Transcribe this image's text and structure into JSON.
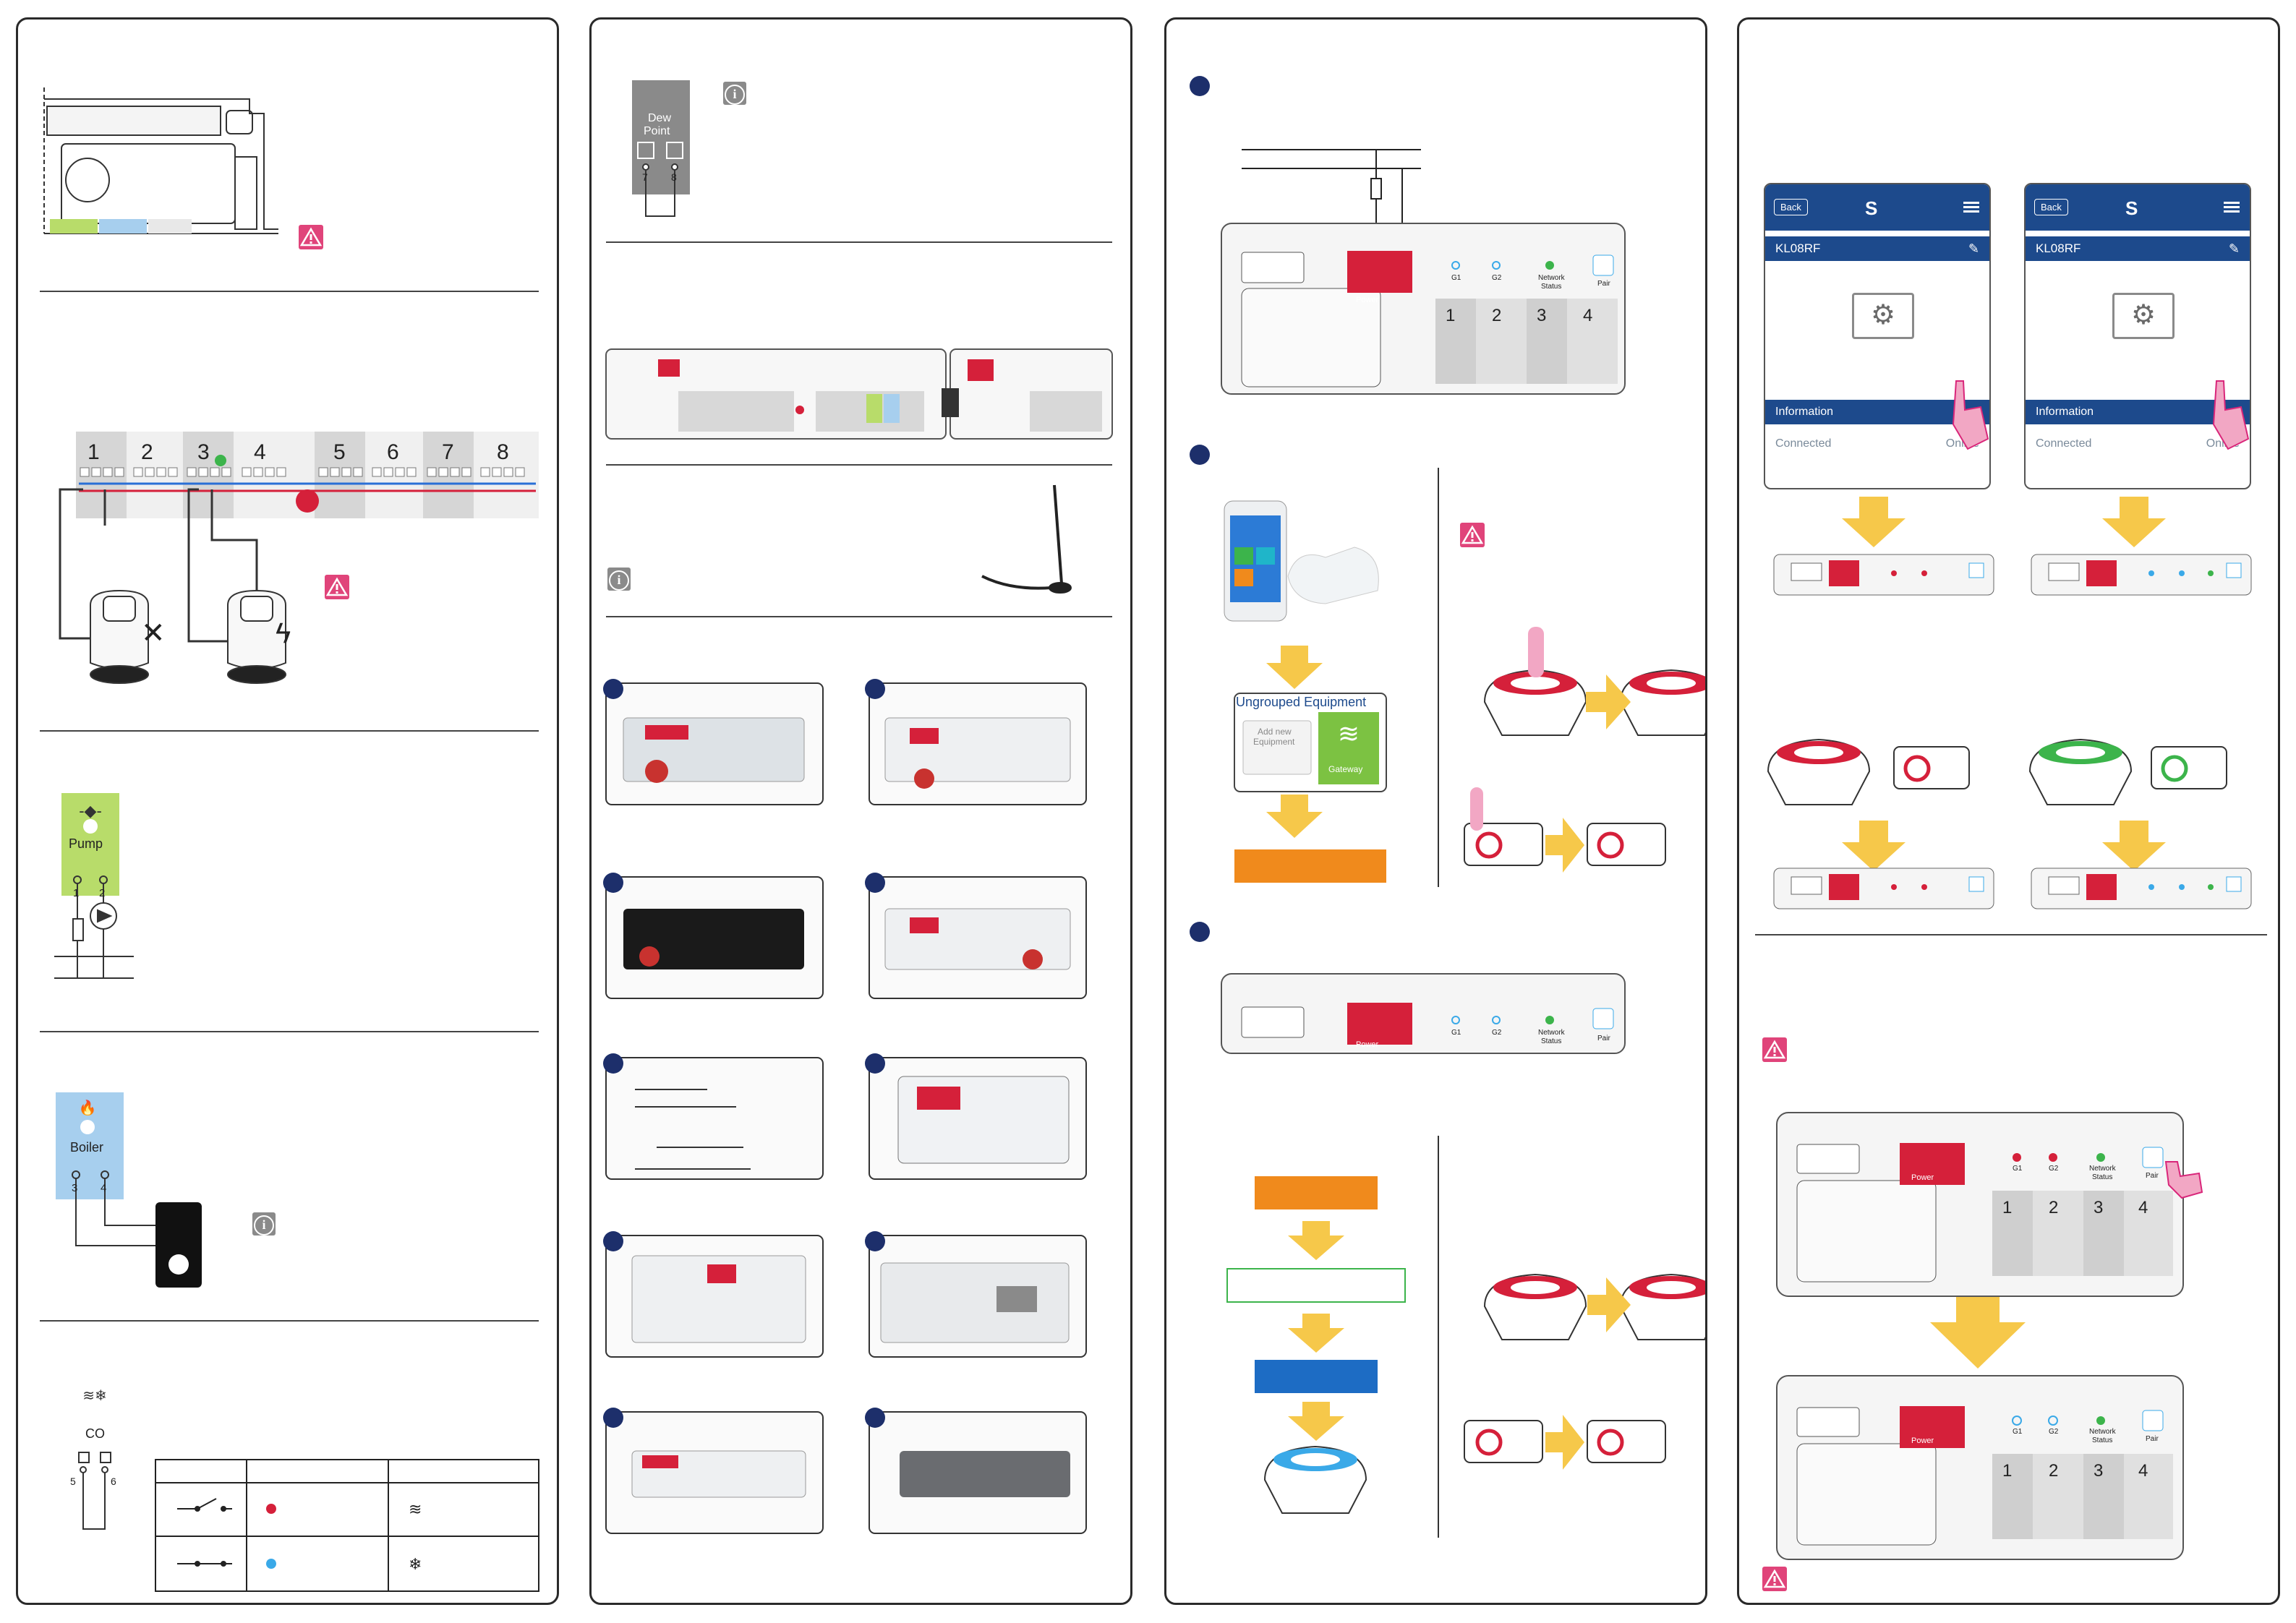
{
  "panel1": {
    "zones": [
      "1",
      "2",
      "3",
      "4",
      "5",
      "6",
      "7",
      "8"
    ],
    "pump": {
      "label": "Pump",
      "terminals": [
        "1",
        "2"
      ]
    },
    "boiler": {
      "label": "Boiler",
      "terminals": [
        "3",
        "4"
      ]
    },
    "co": {
      "label": "CO",
      "terminals": [
        "5",
        "6"
      ]
    },
    "co_table": {
      "rows": [
        {
          "switch": "switch-open-icon",
          "led": "red-led-icon",
          "mode": "heating-icon"
        },
        {
          "switch": "switch-closed-icon",
          "led": "blue-led-icon",
          "mode": "cooling-icon"
        }
      ]
    }
  },
  "panel2": {
    "dew_point": {
      "line1": "Dew",
      "line2": "Point",
      "terminals": [
        "7",
        "8"
      ]
    },
    "steps": [
      "step-1",
      "step-2",
      "step-3",
      "step-4",
      "step-5",
      "step-6",
      "step-7",
      "step-8",
      "step-9",
      "step-10"
    ]
  },
  "panel3": {
    "board": {
      "power": "Power",
      "g1": "G1",
      "g2": "G2",
      "network": "Network",
      "status": "Status",
      "pair": "Pair"
    },
    "zones": [
      "1",
      "2",
      "3",
      "4"
    ],
    "app": {
      "ungrouped": "Ungrouped Equipment",
      "add_new_1": "Add new",
      "add_new_2": "Equipment",
      "gateway": "Gateway"
    }
  },
  "panel4": {
    "phone": {
      "back": "Back",
      "device": "KL08RF",
      "information": "Information",
      "connected": "Connected",
      "online": "Online"
    },
    "board": {
      "power": "Power",
      "g1": "G1",
      "g2": "G2",
      "network": "Network",
      "status": "Status",
      "pair": "Pair"
    },
    "zones": [
      "1",
      "2",
      "3",
      "4"
    ]
  },
  "colors": {
    "accent_red": "#d5203a",
    "warning_pink": "#e0447a",
    "step_blue": "#1d2f6b",
    "arrow_yellow": "#f6c84a",
    "pump_green": "#b8dc6a",
    "boiler_blue": "#a7cfee",
    "flow_orange": "#f08a1c",
    "flow_blue": "#1d6cc4",
    "led_green": "#3cb44b"
  }
}
